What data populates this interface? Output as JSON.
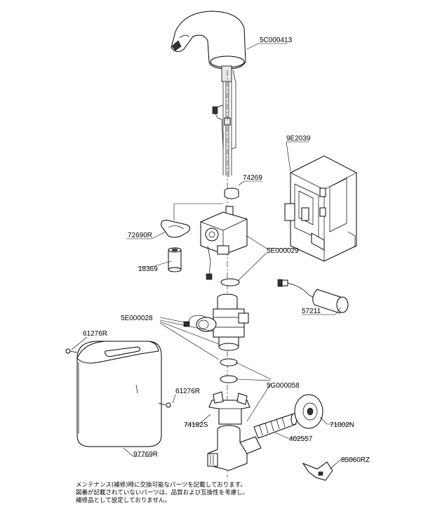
{
  "parts": {
    "spout": "5C000413",
    "box": "9E2039",
    "ring_top": "74269",
    "clip": "72690R",
    "sleeve": "18369",
    "valve": "5E000029",
    "plug_cable": "57211",
    "solenoid": "5E000028",
    "screw_1": "61276R",
    "screw_2": "61276R",
    "washers": "5G000058",
    "bracket": "74182S",
    "cover": "97769R",
    "flange": "71002N",
    "nipple": "402557",
    "key": "85060RZ"
  },
  "note": {
    "line1": "メンテナンス(補修)時に交換可能なパーツを記載しております。",
    "line2": "図番が記載されていないパーツは、品質および互換性を考慮し、",
    "line3": "補修品として設定しておりません。"
  }
}
